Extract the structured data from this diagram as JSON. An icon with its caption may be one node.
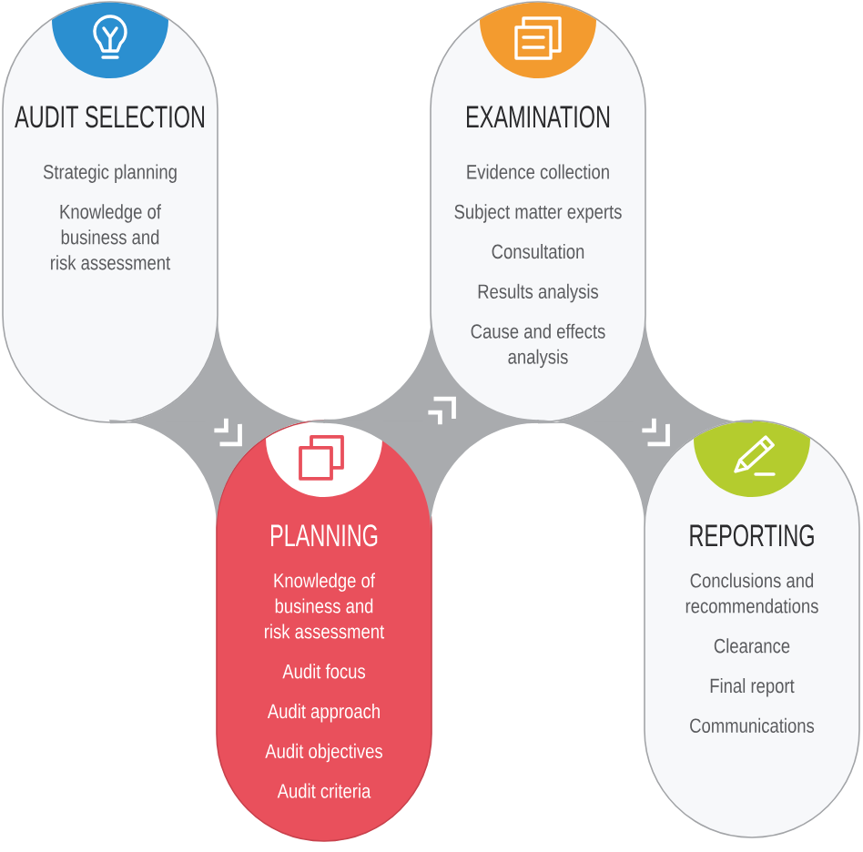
{
  "diagram": {
    "nodes": [
      {
        "text": [
          "AUDIT SELECTION",
          "Strategic planning",
          "Knowledge of business and risk assessment"
        ]
      },
      {
        "text": [
          "PLANNING",
          "Knowledge of business and risk assessment",
          "Audit focus",
          "Audit approach",
          "Audit objectives",
          "Audit criteria"
        ]
      },
      {
        "text": [
          "EXAMINATION",
          "Evidence collection",
          "Subject matter experts",
          "Consultation",
          "Results analysis",
          "Cause and effects analysis"
        ]
      },
      {
        "text": [
          "REPORTING",
          "Conclusions and recommendations",
          "Clearance",
          "Final report",
          "Communications"
        ]
      }
    ],
    "edges": [
      {
        "from": 0,
        "to": 1,
        "arrow": "to"
      },
      {
        "from": 1,
        "to": 2,
        "arrow": "to"
      },
      {
        "from": 2,
        "to": 3,
        "arrow": "to"
      }
    ]
  }
}
